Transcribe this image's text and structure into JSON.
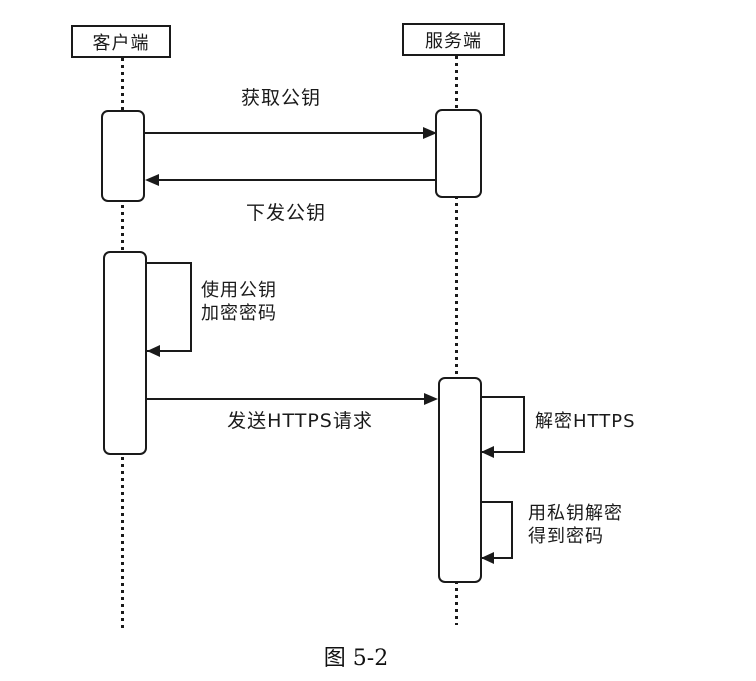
{
  "figure": {
    "actors": {
      "client": "客户端",
      "server": "服务端"
    },
    "messages": {
      "get_public_key": "获取公钥",
      "send_public_key": "下发公钥",
      "send_https_request": "发送HTTPS请求"
    },
    "self_messages": {
      "encrypt_password": {
        "line1": "使用公钥",
        "line2": "加密密码"
      },
      "decrypt_https": {
        "line1": "解密HTTPS"
      },
      "decrypt_with_private_key": {
        "line1": "用私钥解密",
        "line2": "得到密码"
      }
    },
    "caption": "图 5-2",
    "colors": {
      "stroke": "#1a1a1a",
      "background": "#ffffff"
    }
  }
}
